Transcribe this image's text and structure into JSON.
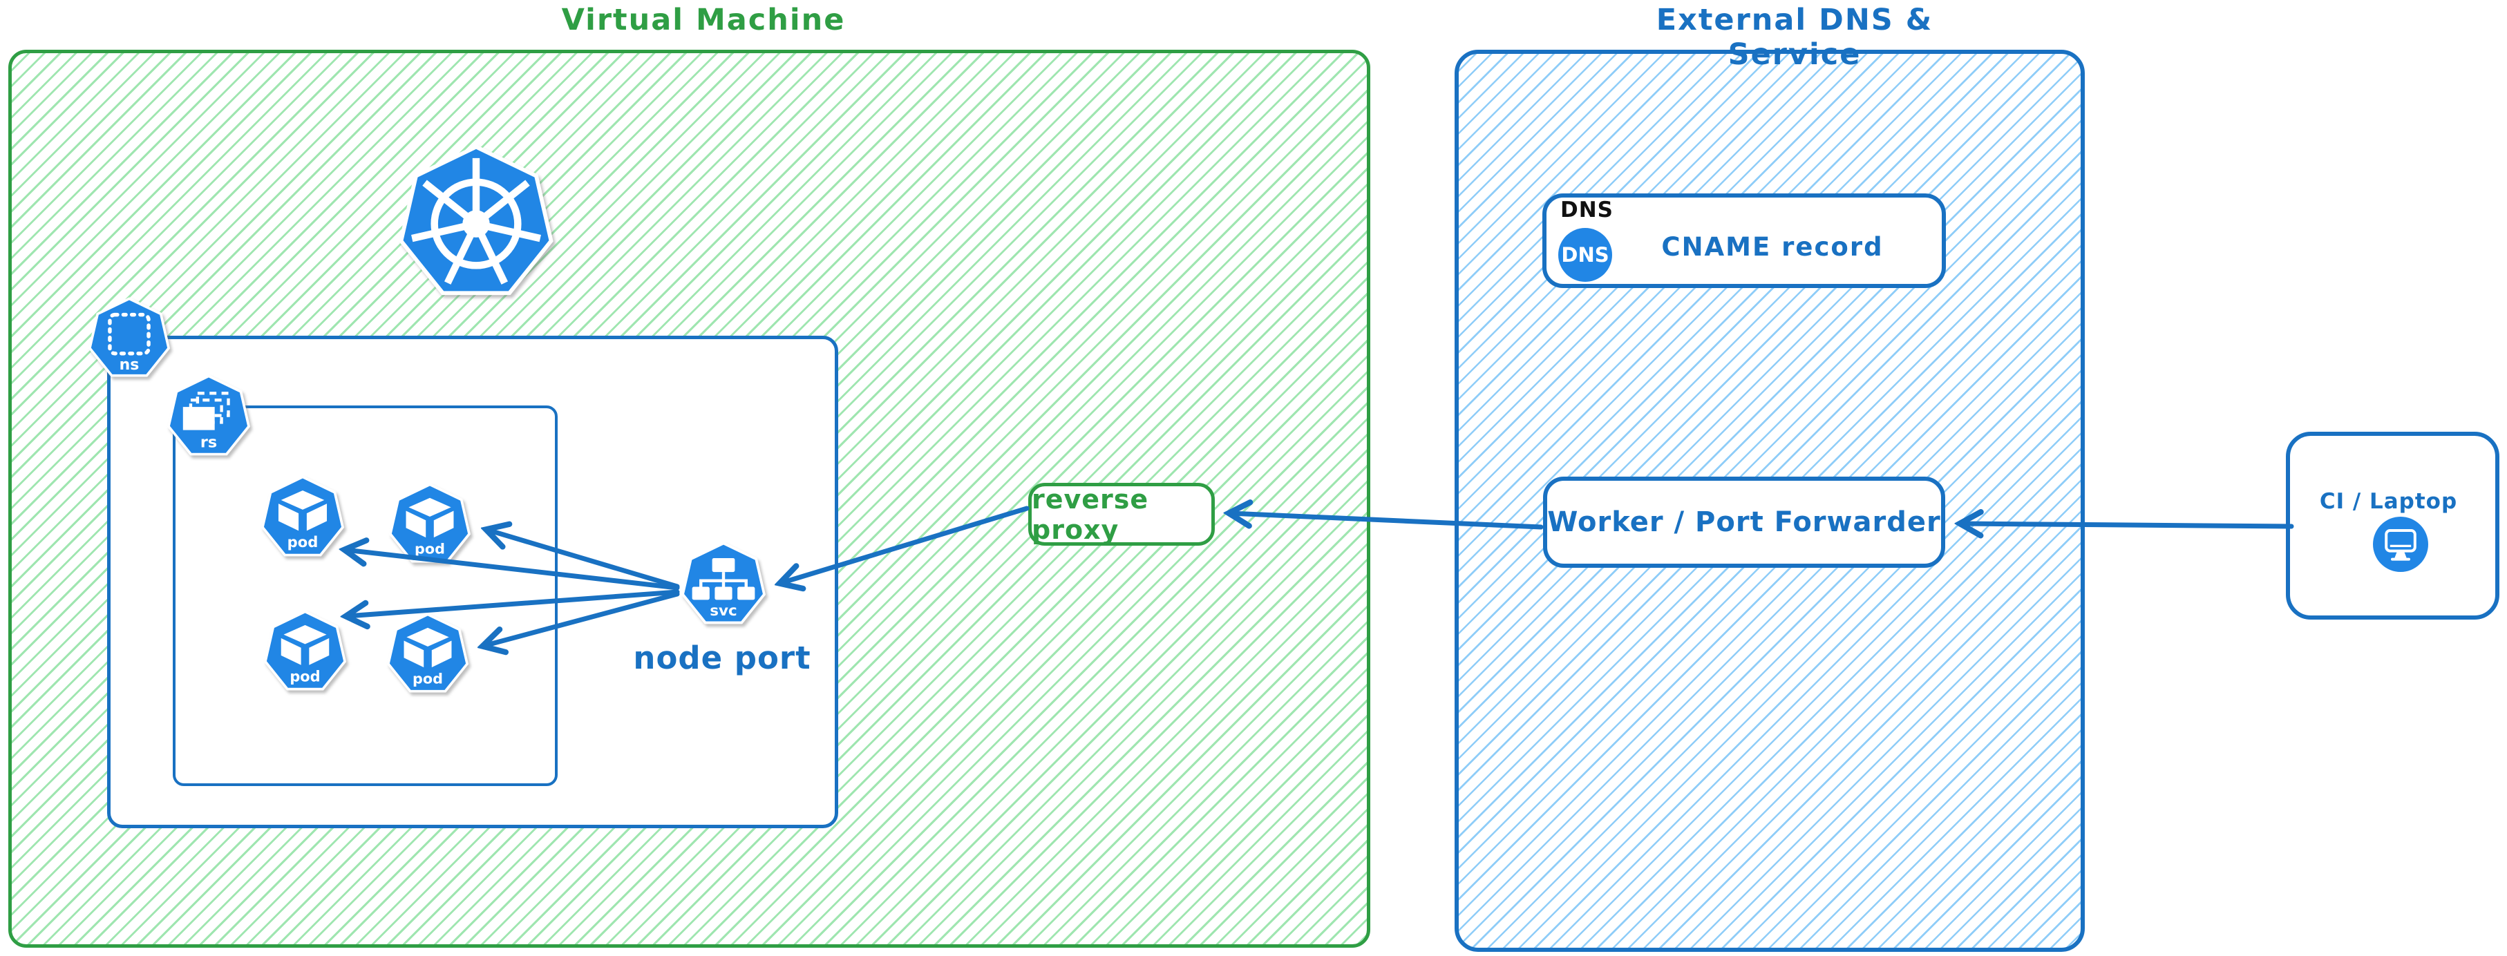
{
  "vm_group": {
    "title": "Virtual Machine"
  },
  "external_group": {
    "title": "External DNS & Service"
  },
  "namespace": {
    "label": "ns"
  },
  "replicaset": {
    "label": "rs"
  },
  "pods": {
    "labels": [
      "pod",
      "pod",
      "pod",
      "pod"
    ]
  },
  "service": {
    "label": "svc",
    "caption": "node port"
  },
  "reverse_proxy": {
    "label": "reverse proxy"
  },
  "dns": {
    "tag": "DNS",
    "badge": "DNS",
    "record": "CNAME record"
  },
  "worker": {
    "label": "Worker / Port Forwarder"
  },
  "client": {
    "label": "CI / Laptop"
  },
  "colors": {
    "green_stroke": "#2f9e44",
    "green_hatch": "#9fe6b0",
    "blue_stroke": "#1971c2",
    "blue_hatch": "#8fcdf8",
    "icon_blue": "#2186e5",
    "dns_tag": "#111111"
  }
}
